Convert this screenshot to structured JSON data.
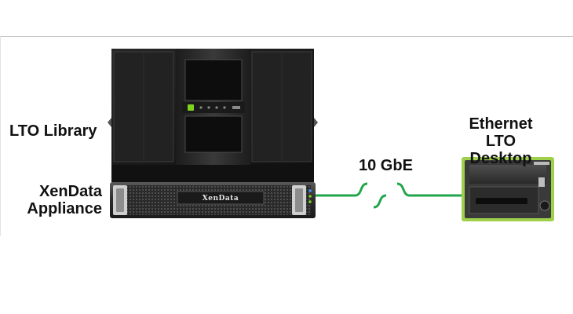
{
  "labels": {
    "library": "LTO Library",
    "appliance_line1": "XenData",
    "appliance_line2": "Appliance",
    "ethernet_line1": "Ethernet LTO",
    "ethernet_line2": "Desktop",
    "link_speed": "10 GbE",
    "appliance_brand": "XenData"
  },
  "colors": {
    "link": "#1fa64b",
    "hardware": "#2a2a2a",
    "status_led": "#7ed321"
  }
}
